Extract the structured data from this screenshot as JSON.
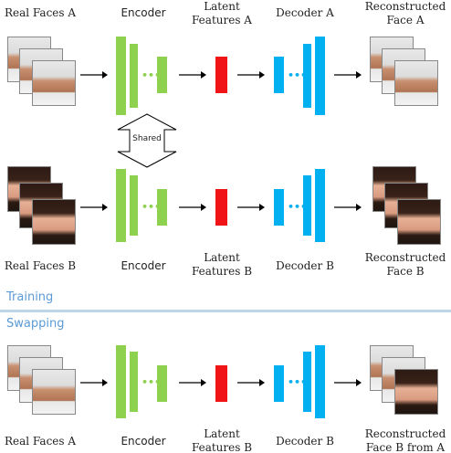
{
  "rows": [
    {
      "input_label": "Real Faces A",
      "encoder_label": "Encoder",
      "latent_label": "Latent\nFeatures A",
      "decoder_label": "Decoder A",
      "output_label": "Reconstructed\nFace A"
    },
    {
      "input_label": "Real Faces B",
      "encoder_label": "Encoder",
      "latent_label": "Latent\nFeatures B",
      "decoder_label": "Decoder B",
      "output_label": "Reconstructed\nFace B"
    },
    {
      "input_label": "Real Faces A",
      "encoder_label": "Encoder",
      "latent_label": "Latent\nFeatures B",
      "decoder_label": "Decoder B",
      "output_label": "Reconstructed\nFace B from A"
    }
  ],
  "shared_label": "Shared",
  "sections": {
    "training": "Training",
    "swapping": "Swapping"
  },
  "colors": {
    "encoder": "#8ed14e",
    "latent": "#f01416",
    "decoder": "#00b0f0",
    "section": "#5b9bd5"
  }
}
